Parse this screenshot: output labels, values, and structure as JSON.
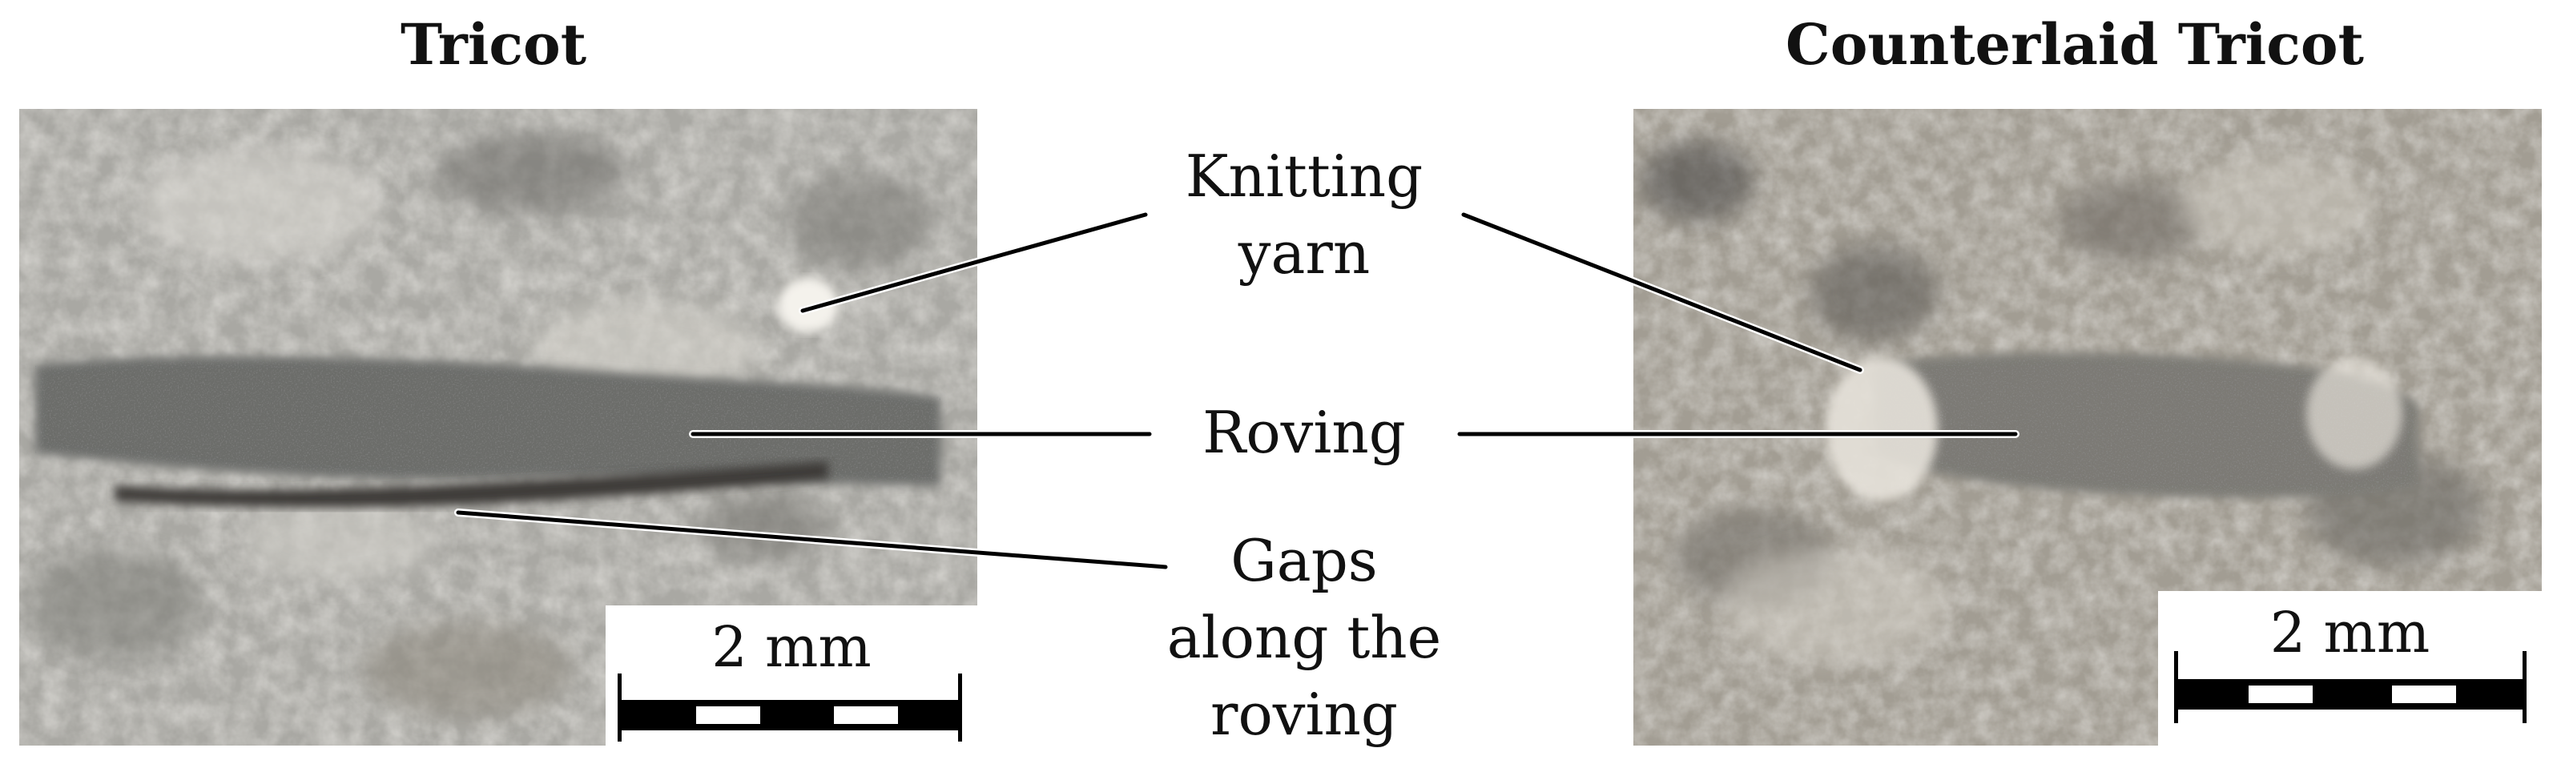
{
  "panels": {
    "left": {
      "title": "Tricot",
      "scale": "2 mm"
    },
    "right": {
      "title": "Counterlaid Tricot",
      "scale": "2 mm"
    }
  },
  "callouts": {
    "knitting_yarn": [
      "Knitting",
      "yarn"
    ],
    "roving": [
      "Roving"
    ],
    "gaps": [
      "Gaps",
      "along the",
      "roving"
    ]
  }
}
